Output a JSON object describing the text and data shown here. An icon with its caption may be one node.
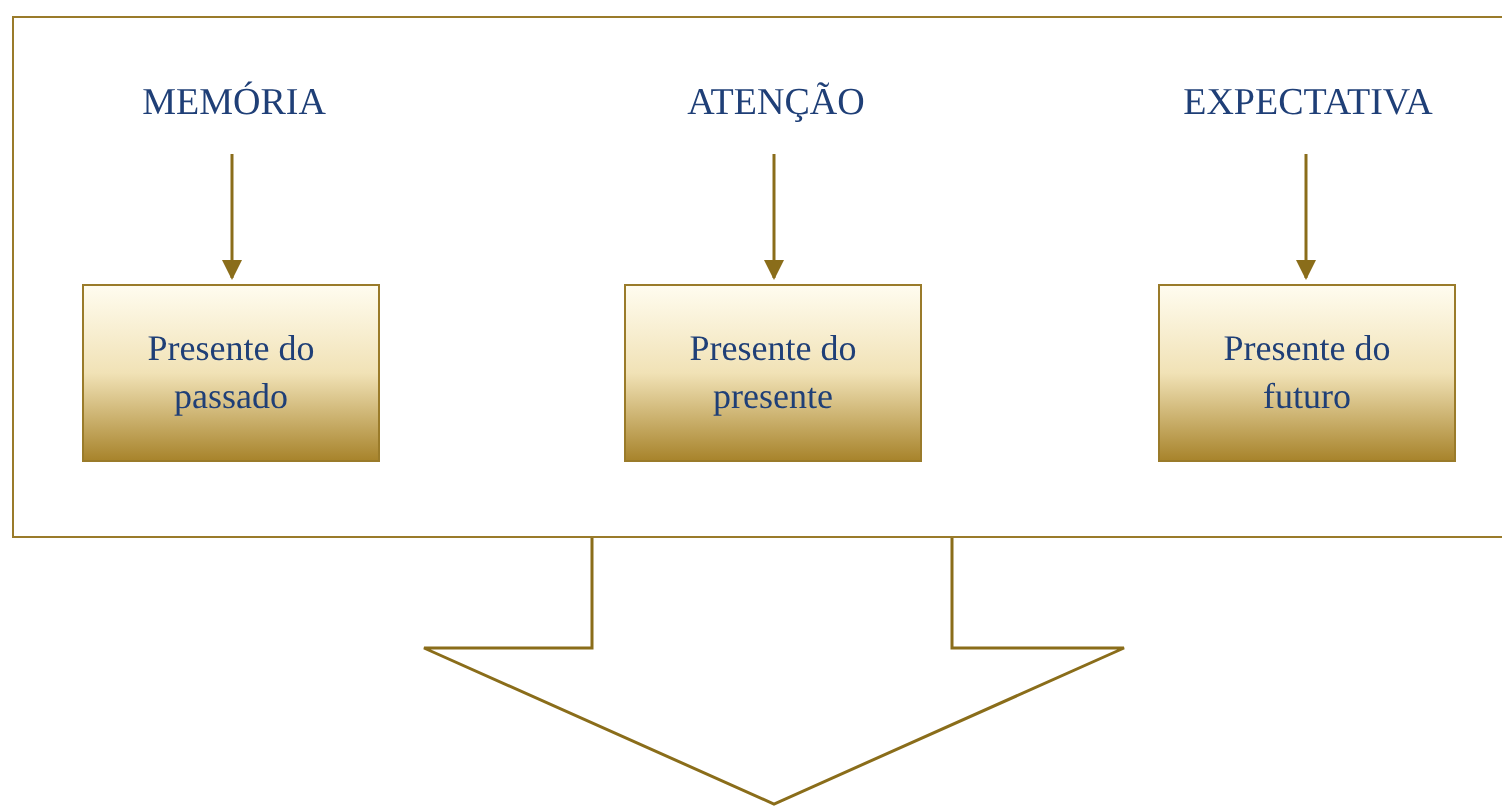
{
  "diagram": {
    "nodes": [
      {
        "text": [],
        "shape": "box"
      },
      {
        "text": [
          "MEMÓRIA"
        ],
        "in": 0
      },
      {
        "text": [
          "Presente do passado"
        ],
        "in": 0
      },
      {
        "text": [
          "ATENÇÃO"
        ],
        "in": 0
      },
      {
        "text": [
          "Presente do presente"
        ],
        "in": 0
      },
      {
        "text": [
          "EXPECTATIVA"
        ],
        "in": 0
      },
      {
        "text": [
          "Presente do futuro"
        ],
        "in": 0
      }
    ],
    "edges": [
      {
        "from": 1,
        "to": 2,
        "arrow": "to"
      },
      {
        "from": 3,
        "to": 4,
        "arrow": "to"
      },
      {
        "from": 5,
        "to": 6,
        "arrow": "to"
      },
      {
        "from": 0,
        "to": null,
        "arrow": "to",
        "style": "thick"
      }
    ]
  }
}
